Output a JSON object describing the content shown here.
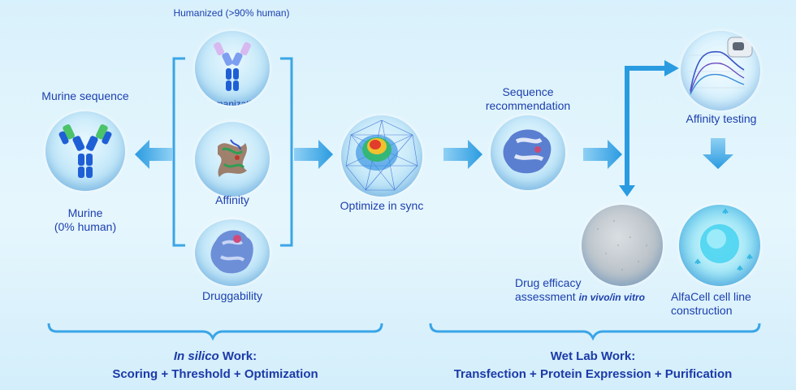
{
  "humanized_top": "Humanized (>90% human)",
  "murine_sequence": "Murine sequence",
  "murine_line1": "Murine",
  "murine_line2": "(0% human)",
  "humanization": "Humanization",
  "affinity": "Affinity",
  "druggability": "Druggability",
  "optimize": "Optimize in sync",
  "seqrec_line1": "Sequence",
  "seqrec_line2": "recommendation",
  "affinity_testing": "Affinity testing",
  "drug_line1": "Drug efficacy",
  "drug_line2a": "assessment",
  "drug_line2b": "in vivo/in vitro",
  "alfacell_line1": "AlfaCell cell line",
  "alfacell_line2": "construction",
  "insilico_italic": "In silico",
  "insilico_rest": " Work:",
  "insilico_sub": "Scoring + Threshold + Optimization",
  "wetlab_title": "Wet Lab Work:",
  "wetlab_sub": "Transfection + Protein Expression + Purification",
  "colors": {
    "text": "#1c3fae",
    "arrow": "#2a9be0",
    "antibody_blue": "#1f5fd6",
    "antibody_green": "#4cc36a"
  }
}
